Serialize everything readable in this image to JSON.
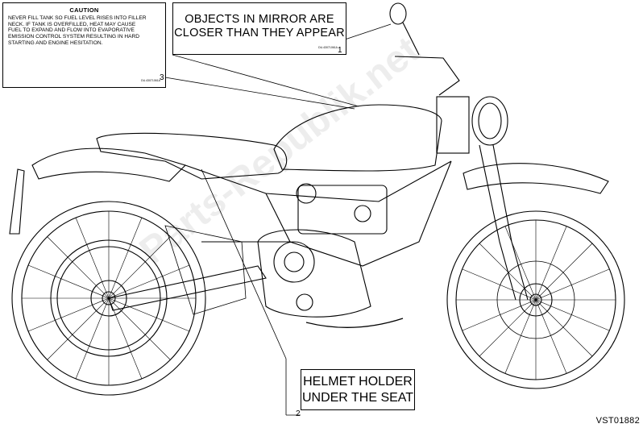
{
  "labels": {
    "caution": {
      "title": "CAUTION",
      "lines": [
        "NEVER FILL TANK SO FUEL LEVEL RISES INTO FILLER",
        "NECK. IF TANK IS OVERFILLED, HEAT MAY CAUSE",
        "FUEL TO EXPAND AND FLOW INTO EVAPORATIVE",
        "EMISSION CONTROL SYSTEM RESULTING IN HARD",
        "STARTING AND ENGINE HESITATION."
      ],
      "code": "DU.43071061A"
    },
    "mirror": {
      "lines": [
        "OBJECTS IN MIRROR ARE",
        "CLOSER THAN THEY APPEAR"
      ],
      "code": "DU.43071061A"
    },
    "helmet": {
      "lines": [
        "HELMET HOLDER",
        "UNDER THE SEAT"
      ]
    }
  },
  "callouts": {
    "one": "1",
    "two": "2",
    "three": "3"
  },
  "drawing_code": "VST01882",
  "watermark": "Parts-Republik.net"
}
